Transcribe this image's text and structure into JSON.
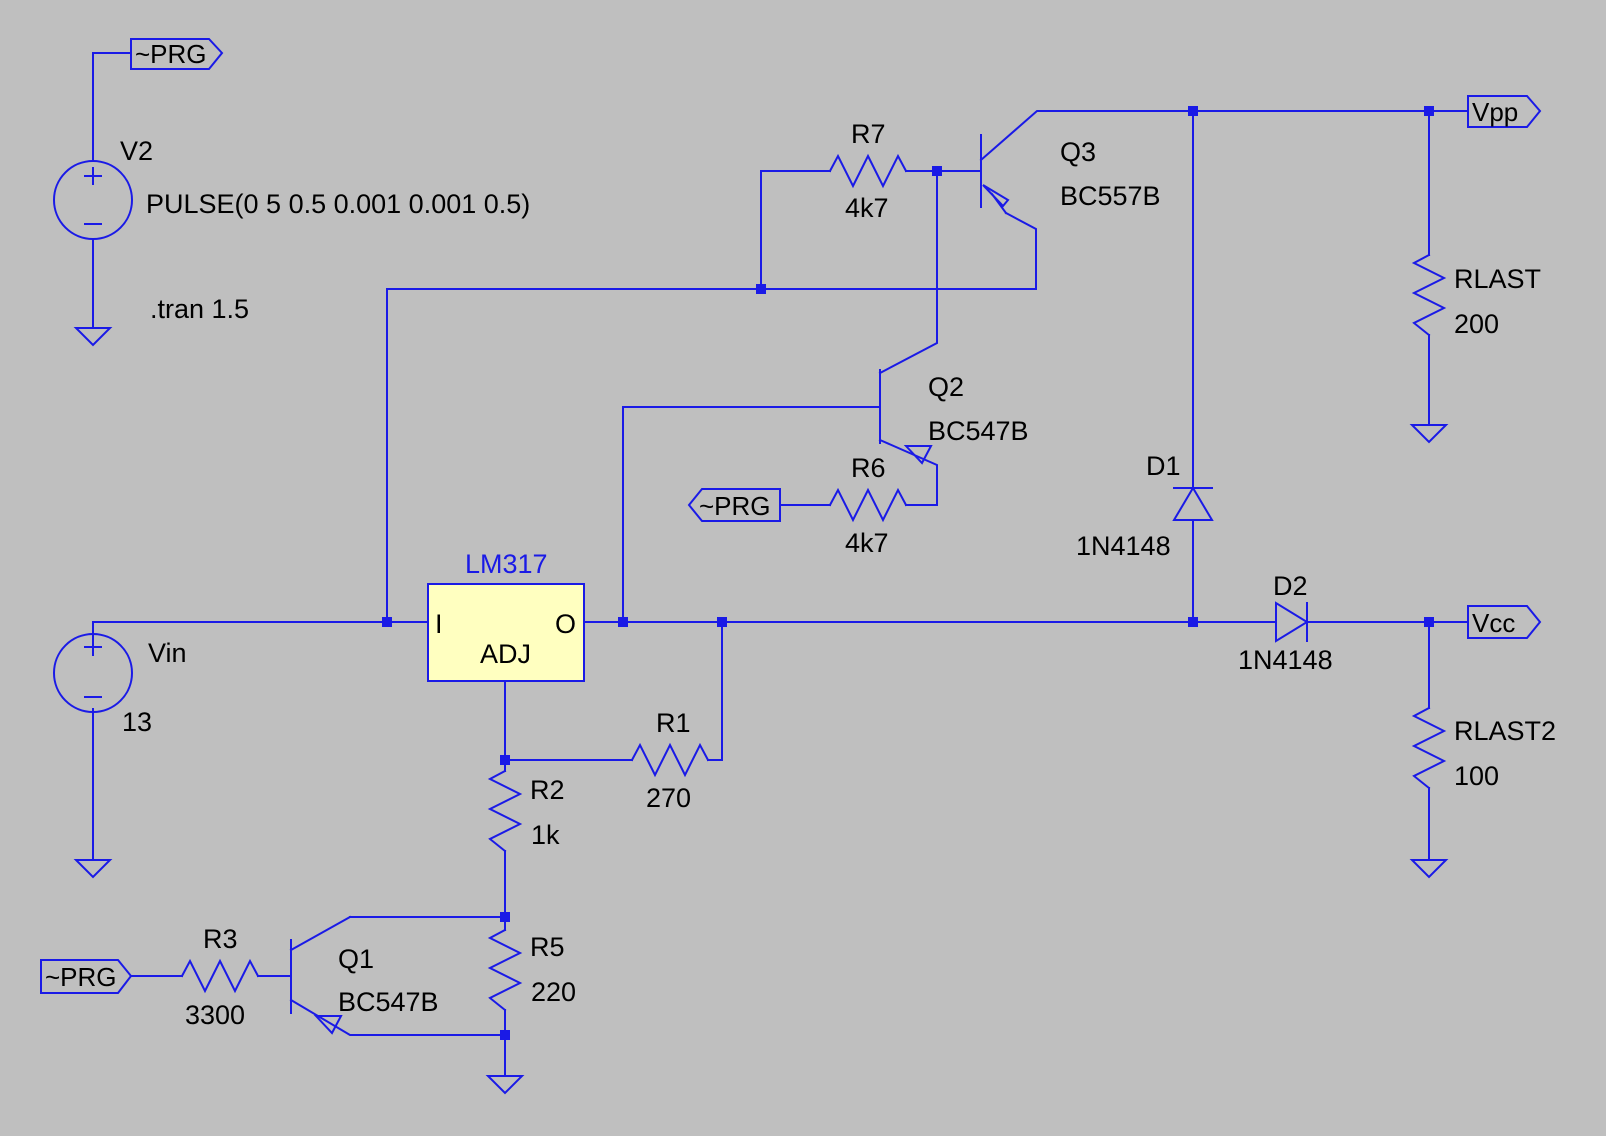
{
  "components": {
    "v2": {
      "name": "V2",
      "value": "PULSE(0 5 0.5 0.001 0.001 0.5)"
    },
    "vin": {
      "name": "Vin",
      "value": "13"
    },
    "tran": ".tran 1.5",
    "regulator": {
      "name": "LM317",
      "pin_in": "I",
      "pin_out": "O",
      "pin_adj": "ADJ",
      "body_color": "#ffffc0"
    },
    "r1": {
      "name": "R1",
      "value": "270"
    },
    "r2": {
      "name": "R2",
      "value": "1k"
    },
    "r3": {
      "name": "R3",
      "value": "3300"
    },
    "r5": {
      "name": "R5",
      "value": "220"
    },
    "r6": {
      "name": "R6",
      "value": "4k7"
    },
    "r7": {
      "name": "R7",
      "value": "4k7"
    },
    "q1": {
      "name": "Q1",
      "value": "BC547B"
    },
    "q2": {
      "name": "Q2",
      "value": "BC547B"
    },
    "q3": {
      "name": "Q3",
      "value": "BC557B"
    },
    "d1": {
      "name": "D1",
      "value": "1N4148"
    },
    "d2": {
      "name": "D2",
      "value": "1N4148"
    },
    "rlast": {
      "name": "RLAST",
      "value": "200"
    },
    "rlast2": {
      "name": "RLAST2",
      "value": "100"
    }
  },
  "net_labels": {
    "prg_top": "~PRG",
    "prg_mid": "~PRG",
    "prg_bottom": "~PRG",
    "vpp": "Vpp",
    "vcc": "Vcc"
  },
  "colors": {
    "background": "#bfbfbf",
    "wire": "#1a1ae6",
    "text": "#000000"
  }
}
